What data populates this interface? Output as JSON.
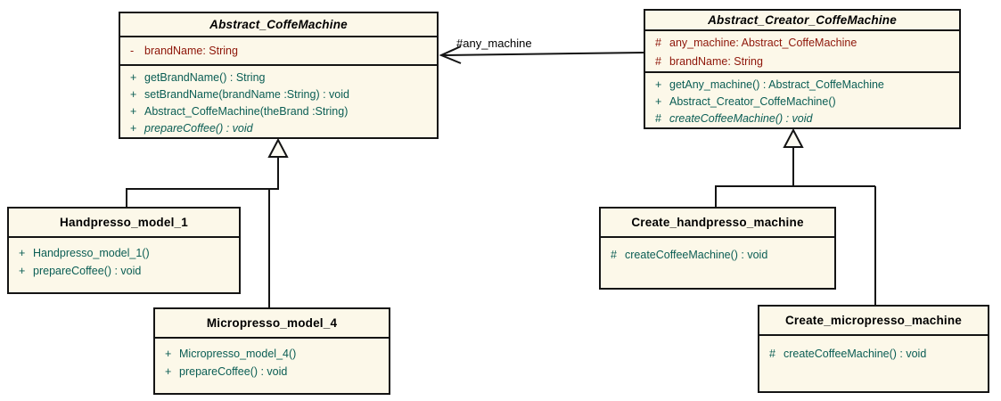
{
  "colors": {
    "fill": "#FCF8E9",
    "border": "#141414",
    "title": "#000000",
    "attribute": "#8E1609",
    "method": "#0A5D54",
    "line": "#141414",
    "label": "#000000",
    "background": "#FFFFFF"
  },
  "association": {
    "label": "#any_machine"
  },
  "relationships": [
    {
      "type": "association",
      "from": "Abstract_Creator_CoffeMachine",
      "to": "Abstract_CoffeMachine",
      "label": "#any_machine",
      "arrowhead": "open"
    },
    {
      "type": "generalization",
      "from": "Handpresso_model_1",
      "to": "Abstract_CoffeMachine"
    },
    {
      "type": "generalization",
      "from": "Micropresso_model_4",
      "to": "Abstract_CoffeMachine"
    },
    {
      "type": "generalization",
      "from": "Create_handpresso_machine",
      "to": "Abstract_Creator_CoffeMachine"
    },
    {
      "type": "generalization",
      "from": "Create_micropresso_machine",
      "to": "Abstract_Creator_CoffeMachine"
    }
  ],
  "classes": {
    "abstract_coffemachine": {
      "name": "Abstract_CoffeMachine",
      "abstract": true,
      "attributes": [
        {
          "vis": "-",
          "text": "brandName: String"
        }
      ],
      "methods": [
        {
          "vis": "+",
          "text": "getBrandName() : String"
        },
        {
          "vis": "+",
          "text": "setBrandName(brandName :String) : void"
        },
        {
          "vis": "+",
          "text": "Abstract_CoffeMachine(theBrand :String)"
        },
        {
          "vis": "+",
          "text": "prepareCoffee() : void",
          "abstract": true
        }
      ]
    },
    "abstract_creator_coffemachine": {
      "name": "Abstract_Creator_CoffeMachine",
      "abstract": true,
      "attributes": [
        {
          "vis": "#",
          "text": "any_machine: Abstract_CoffeMachine"
        },
        {
          "vis": "#",
          "text": "brandName: String"
        }
      ],
      "methods": [
        {
          "vis": "+",
          "text": "getAny_machine() : Abstract_CoffeMachine"
        },
        {
          "vis": "+",
          "text": "Abstract_Creator_CoffeMachine()"
        },
        {
          "vis": "#",
          "text": "createCoffeeMachine() : void",
          "abstract": true
        }
      ]
    },
    "handpresso_model_1": {
      "name": "Handpresso_model_1",
      "abstract": false,
      "methods": [
        {
          "vis": "+",
          "text": "Handpresso_model_1()"
        },
        {
          "vis": "+",
          "text": "prepareCoffee() : void"
        }
      ]
    },
    "micropresso_model_4": {
      "name": "Micropresso_model_4",
      "abstract": false,
      "methods": [
        {
          "vis": "+",
          "text": "Micropresso_model_4()"
        },
        {
          "vis": "+",
          "text": "prepareCoffee() : void"
        }
      ]
    },
    "create_handpresso_machine": {
      "name": "Create_handpresso_machine",
      "abstract": false,
      "methods": [
        {
          "vis": "#",
          "text": "createCoffeeMachine() : void"
        }
      ]
    },
    "create_micropresso_machine": {
      "name": "Create_micropresso_machine",
      "abstract": false,
      "methods": [
        {
          "vis": "#",
          "text": "createCoffeeMachine() : void"
        }
      ]
    }
  }
}
